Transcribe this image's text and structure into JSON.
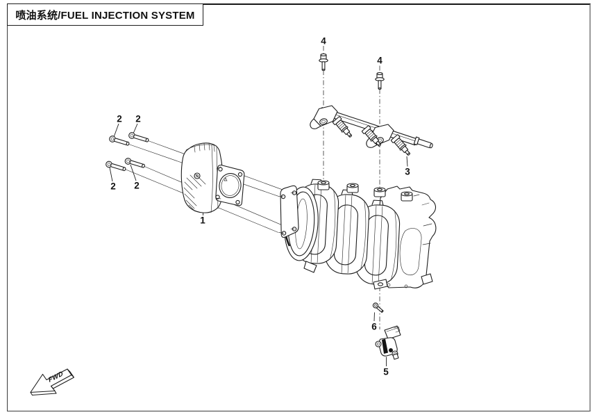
{
  "title": {
    "text": "喷油系统/FUEL INJECTION SYSTEM"
  },
  "direction_marker": {
    "label": "FWD"
  },
  "callouts": [
    {
      "id": "1",
      "label": "1"
    },
    {
      "id": "2a",
      "label": "2"
    },
    {
      "id": "2b",
      "label": "2"
    },
    {
      "id": "2c",
      "label": "2"
    },
    {
      "id": "2d",
      "label": "2"
    },
    {
      "id": "3",
      "label": "3"
    },
    {
      "id": "4a",
      "label": "4"
    },
    {
      "id": "4b",
      "label": "4"
    },
    {
      "id": "5",
      "label": "5"
    },
    {
      "id": "6",
      "label": "6"
    }
  ]
}
